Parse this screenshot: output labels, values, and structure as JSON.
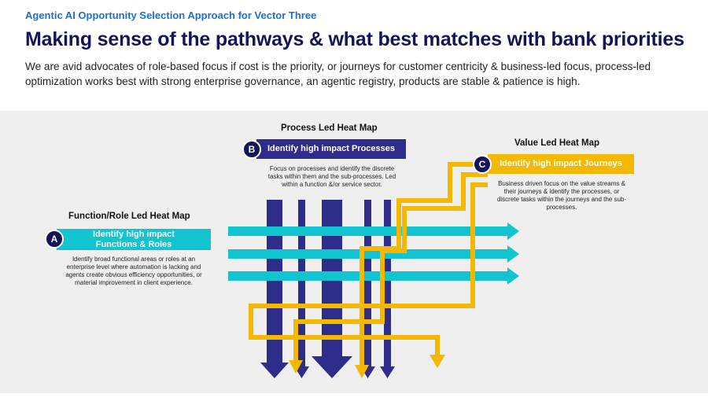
{
  "header": {
    "kicker": "Agentic AI Opportunity Selection Approach for Vector Three",
    "title": "Making sense of the pathways & what best matches with bank priorities",
    "intro": "We are avid advocates of role-based focus if cost is the priority, or journeys for customer centricity & business-led focus, process-led optimization works best with strong enterprise governance, an agentic registry, products are stable & patience is high."
  },
  "colors": {
    "navy": "#2e2e8a",
    "teal": "#12c4cf",
    "gold": "#f5b800",
    "panel": "#efefef"
  },
  "pathways": {
    "function_role": {
      "heading": "Function/Role Led Heat Map",
      "badge": "A",
      "box_label": "Identify high impact Functions & Roles",
      "description": "Identify broad functional areas or roles at an enterprise level where automation is lacking and agents create obvious efficiency opportunities, or material improvement in client experience."
    },
    "process": {
      "heading": "Process Led Heat Map",
      "badge": "B",
      "box_label": "Identify high impact Processes",
      "description": "Focus on processes and identify the discrete tasks within them and the sub-processes.  Led within a function &/or service sector."
    },
    "value": {
      "heading": "Value Led Heat Map",
      "badge": "C",
      "box_label": "Identify high impact Journeys",
      "description": "Business driven focus on the value streams & their journeys & identify the processes, or discrete tasks within the journeys and the sub-processes."
    }
  }
}
